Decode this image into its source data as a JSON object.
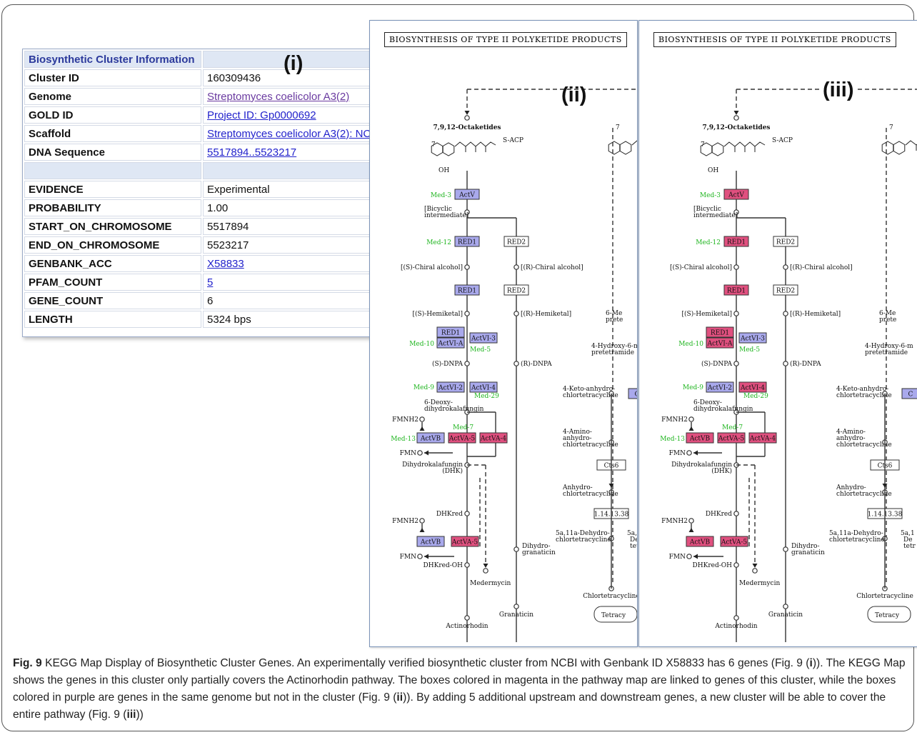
{
  "panel_i": {
    "label": "(i)",
    "header": "Biosynthetic Cluster Information",
    "rows_top": [
      {
        "key": "Cluster ID",
        "value": "160309436",
        "link": false
      },
      {
        "key": "Genome",
        "value": "Streptomyces coelicolor A3(2)",
        "link": true
      },
      {
        "key": "GOLD ID",
        "value": "Project ID: Gp0000692",
        "link": true
      },
      {
        "key": "Scaffold",
        "value": "Streptomyces coelicolor A3(2): NC",
        "link": true
      },
      {
        "key": "DNA Sequence",
        "value": "5517894..5523217",
        "link": true
      }
    ],
    "rows_bottom": [
      {
        "key": "EVIDENCE",
        "value": "Experimental",
        "link": false
      },
      {
        "key": "PROBABILITY",
        "value": "1.00",
        "link": false
      },
      {
        "key": "START_ON_CHROMOSOME",
        "value": "5517894",
        "link": false
      },
      {
        "key": "END_ON_CHROMOSOME",
        "value": "5523217",
        "link": false
      },
      {
        "key": "GENBANK_ACC",
        "value": "X58833",
        "link": true
      },
      {
        "key": "PFAM_COUNT",
        "value": "5",
        "link": true
      },
      {
        "key": "GENE_COUNT",
        "value": "6",
        "link": false
      },
      {
        "key": "LENGTH",
        "value": "5324 bps",
        "link": false
      }
    ]
  },
  "panel_ii": {
    "label": "(ii)",
    "title": "BIOSYNTHESIS OF TYPE II POLYKETIDE PRODUCTS"
  },
  "panel_iii": {
    "label": "(iii)",
    "title": "BIOSYNTHESIS OF TYPE II POLYKETIDE PRODUCTS"
  },
  "colors": {
    "purple": "#a9a9ec",
    "magenta": "#e0507f",
    "green": "#1fb51f",
    "white": "#ffffff"
  },
  "map": {
    "compounds": {
      "octaketides": "7,9,12-Octaketides",
      "sacp": "S-ACP",
      "bicyclic": [
        "[Bicyclic",
        "intermediate]"
      ],
      "s_chiral": "[(S)-Chiral alcohol]",
      "r_chiral": "[(R)-Chiral alcohol]",
      "s_hemiketal": "[(S)-Hemiketal]",
      "r_hemiketal": "[(R)-Hemiketal]",
      "s_dnpa": "(S)-DNPA",
      "r_dnpa": "(R)-DNPA",
      "deoxy": [
        "6-Deoxy-",
        "dihydrokalafungin"
      ],
      "fmnh2": "FMNH2",
      "fmn": "FMN",
      "dihydrokalafungin": [
        "Dihydrokalafungin",
        "(DHK)"
      ],
      "dhkred": "DHKred",
      "dhkredoh": "DHKred-OH",
      "medermycin": "Medermycin",
      "dihydrogranaticin": [
        "Dihydro-",
        "granaticin"
      ],
      "granaticin": "Granaticin",
      "actinorhodin": "Actinorhodin",
      "keto": [
        "4-Keto-anhydro-",
        "chlortetracycline"
      ],
      "amino": [
        "4-Amino-",
        "anhydro-",
        "chlortetracycline"
      ],
      "anhydro": [
        "Anhydro-",
        "chlortetracycline"
      ],
      "dehydro": [
        "5a,11a-Dehydro-",
        "chlortetracycline"
      ],
      "chlortetracycline": "Chlortetracycline",
      "hydroxy": [
        "4-Hydroxy-6-m",
        "pretetramide"
      ],
      "sixme": [
        "6-Me",
        "prete"
      ],
      "tetracy": "Tetracy",
      "five_a": "5a,1",
      "de": "De",
      "tetr": "tetr"
    },
    "genes": {
      "actV": "ActV",
      "red1": "RED1",
      "red2": "RED2",
      "actVI3": "ActVI-3",
      "actVIA": "ActVI-A",
      "actVI2": "ActVI-2",
      "actVI4": "ActVI-4",
      "actVB": "ActVB",
      "actVA5": "ActVA-5",
      "actVA4": "ActVA-4",
      "cts6": "Cts6",
      "ec": "1.14.13.38",
      "c": "C"
    },
    "meds": {
      "med3": "Med-3",
      "med12": "Med-12",
      "med10": "Med-10",
      "med5": "Med-5",
      "med9": "Med-9",
      "med29": "Med-29",
      "med7": "Med-7",
      "med13": "Med-13"
    },
    "clipped": {
      "seven": "7",
      "oh": "OH"
    }
  },
  "caption": {
    "fig": "Fig. 9",
    "title": "KEGG Map Display of Biosynthetic Cluster Genes.",
    "text1": " An experimentally verified biosynthetic cluster from NCBI with Genbank ID X58833 has 6 genes (Fig. 9 (",
    "i": "i",
    "text2": ")). The KEGG Map shows the genes in this cluster only partially covers the Actinorhodin pathway. The boxes colored in magenta in the pathway map are linked to genes of this cluster, while the boxes colored in purple are genes in the same genome but not in the cluster (Fig. 9 (",
    "ii": "ii",
    "text3": ")). By adding 5 additional upstream and downstream genes, a new cluster will be able to cover the entire pathway (Fig. 9 (",
    "iii": "iii",
    "text4": "))"
  }
}
